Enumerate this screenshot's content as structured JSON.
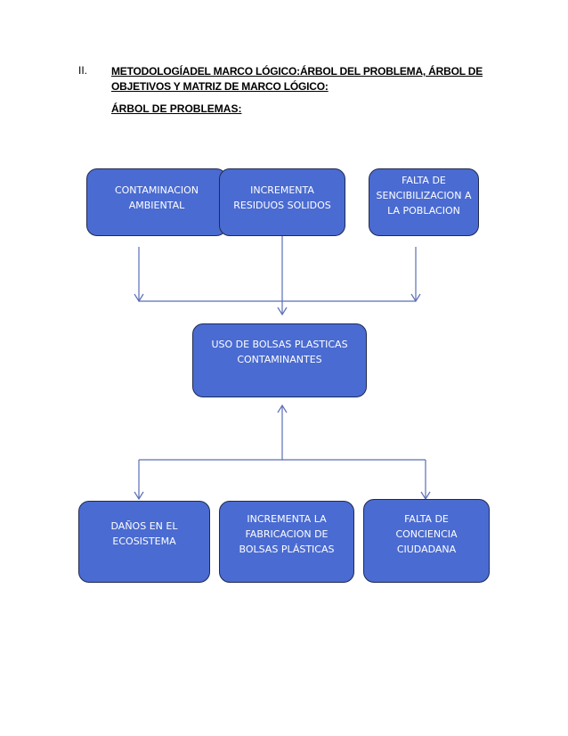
{
  "document": {
    "section_number": "II.",
    "section_title": "METODOLOGÍADEL MARCO LÓGICO:ÁRBOL DEL PROBLEMA, ÁRBOL DE OBJETIVOS Y MATRIZ DE MARCO LÓGICO:",
    "subtitle": "ÁRBOL DE PROBLEMAS:"
  },
  "diagram": {
    "causes": [
      {
        "text": "CONTAMINACION AMBIENTAL"
      },
      {
        "text": "INCREMENTA RESIDUOS SOLIDOS"
      },
      {
        "text": "FALTA DE SENCIBILIZACION A LA POBLACION"
      }
    ],
    "central_problem": {
      "text": "USO DE BOLSAS PLASTICAS CONTAMINANTES"
    },
    "effects": [
      {
        "text": "DAÑOS EN EL ECOSISTEMA"
      },
      {
        "text": "INCREMENTA LA FABRICACION DE BOLSAS PLÁSTICAS"
      },
      {
        "text": "FALTA DE CONCIENCIA CIUDADANA"
      }
    ],
    "colors": {
      "box_fill": "#4a6bd1",
      "box_border": "#1f2a52",
      "connector": "#5a6fb5",
      "text": "#ffffff"
    }
  }
}
